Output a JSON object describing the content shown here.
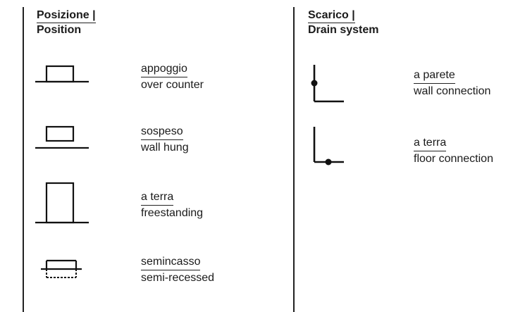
{
  "position": {
    "header_it": "Posizione |",
    "header_en": "Position",
    "items": [
      {
        "it": "appoggio",
        "en": "over counter",
        "icon": "over-counter-icon"
      },
      {
        "it": "sospeso",
        "en": "wall hung",
        "icon": "wall-hung-icon"
      },
      {
        "it": "a terra",
        "en": "freestanding",
        "icon": "freestanding-icon"
      },
      {
        "it": "semincasso",
        "en": "semi-recessed",
        "icon": "semi-recessed-icon"
      }
    ]
  },
  "drain": {
    "header_it": "Scarico |",
    "header_en": "Drain system",
    "items": [
      {
        "it": "a parete",
        "en": "wall connection",
        "icon": "wall-drain-icon"
      },
      {
        "it": "a terra",
        "en": "floor connection",
        "icon": "floor-drain-icon"
      }
    ]
  }
}
